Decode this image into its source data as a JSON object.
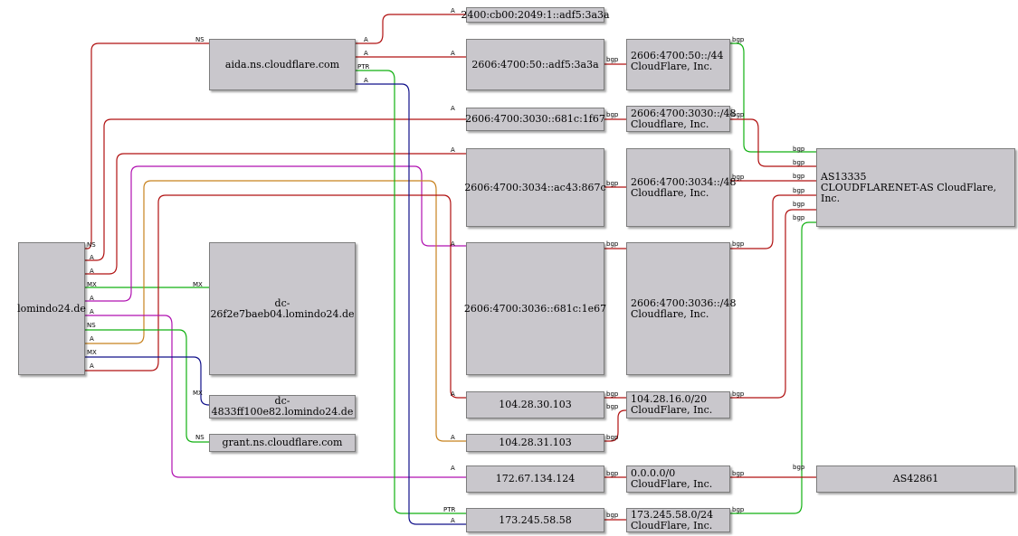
{
  "nodes": {
    "lomindo": "lomindo24.de",
    "aida": "aida.ns.cloudflare.com",
    "dc1": "dc-26f2e7baeb04.lomindo24.de",
    "dc2": "dc-4833ff100e82.lomindo24.de",
    "grant": "grant.ns.cloudflare.com",
    "ip_2400": "2400:cb00:2049:1::adf5:3a3a",
    "ip_2606_50": "2606:4700:50::adf5:3a3a",
    "ip_3030": "2606:4700:3030::681c:1f67",
    "ip_3034": "2606:4700:3034::ac43:867c",
    "ip_3036": "2606:4700:3036::681c:1e67",
    "ip_104_103": "104.28.30.103",
    "ip_104_31": "104.28.31.103",
    "ip_172": "172.67.134.124",
    "ip_173": "173.245.58.58",
    "net_50": "2606:4700:50::/44\nCloudFlare, Inc.",
    "net_3030": "2606:4700:3030::/48\nCloudflare, Inc.",
    "net_3034": "2606:4700:3034::/48\nCloudflare, Inc.",
    "net_3036": "2606:4700:3036::/48\nCloudflare, Inc.",
    "net_104": "104.28.16.0/20\nCloudFlare, Inc.",
    "net_0": "0.0.0.0/0\nCloudFlare, Inc.",
    "net_173": "173.245.58.0/24\nCloudFlare, Inc.",
    "as13335": "AS13335\nCLOUDFLARENET-AS CloudFlare, Inc.",
    "as42861": "AS42861"
  },
  "edge_labels": {
    "ns": "NS",
    "a": "A",
    "mx": "MX",
    "ptr": "PTR",
    "bgp": "bgp"
  },
  "colors": {
    "red": "#b01010",
    "green": "#10b010",
    "blue": "#10108a",
    "magenta": "#b010b0",
    "orange": "#c8821e",
    "node_fill": "#c9c7cc"
  }
}
